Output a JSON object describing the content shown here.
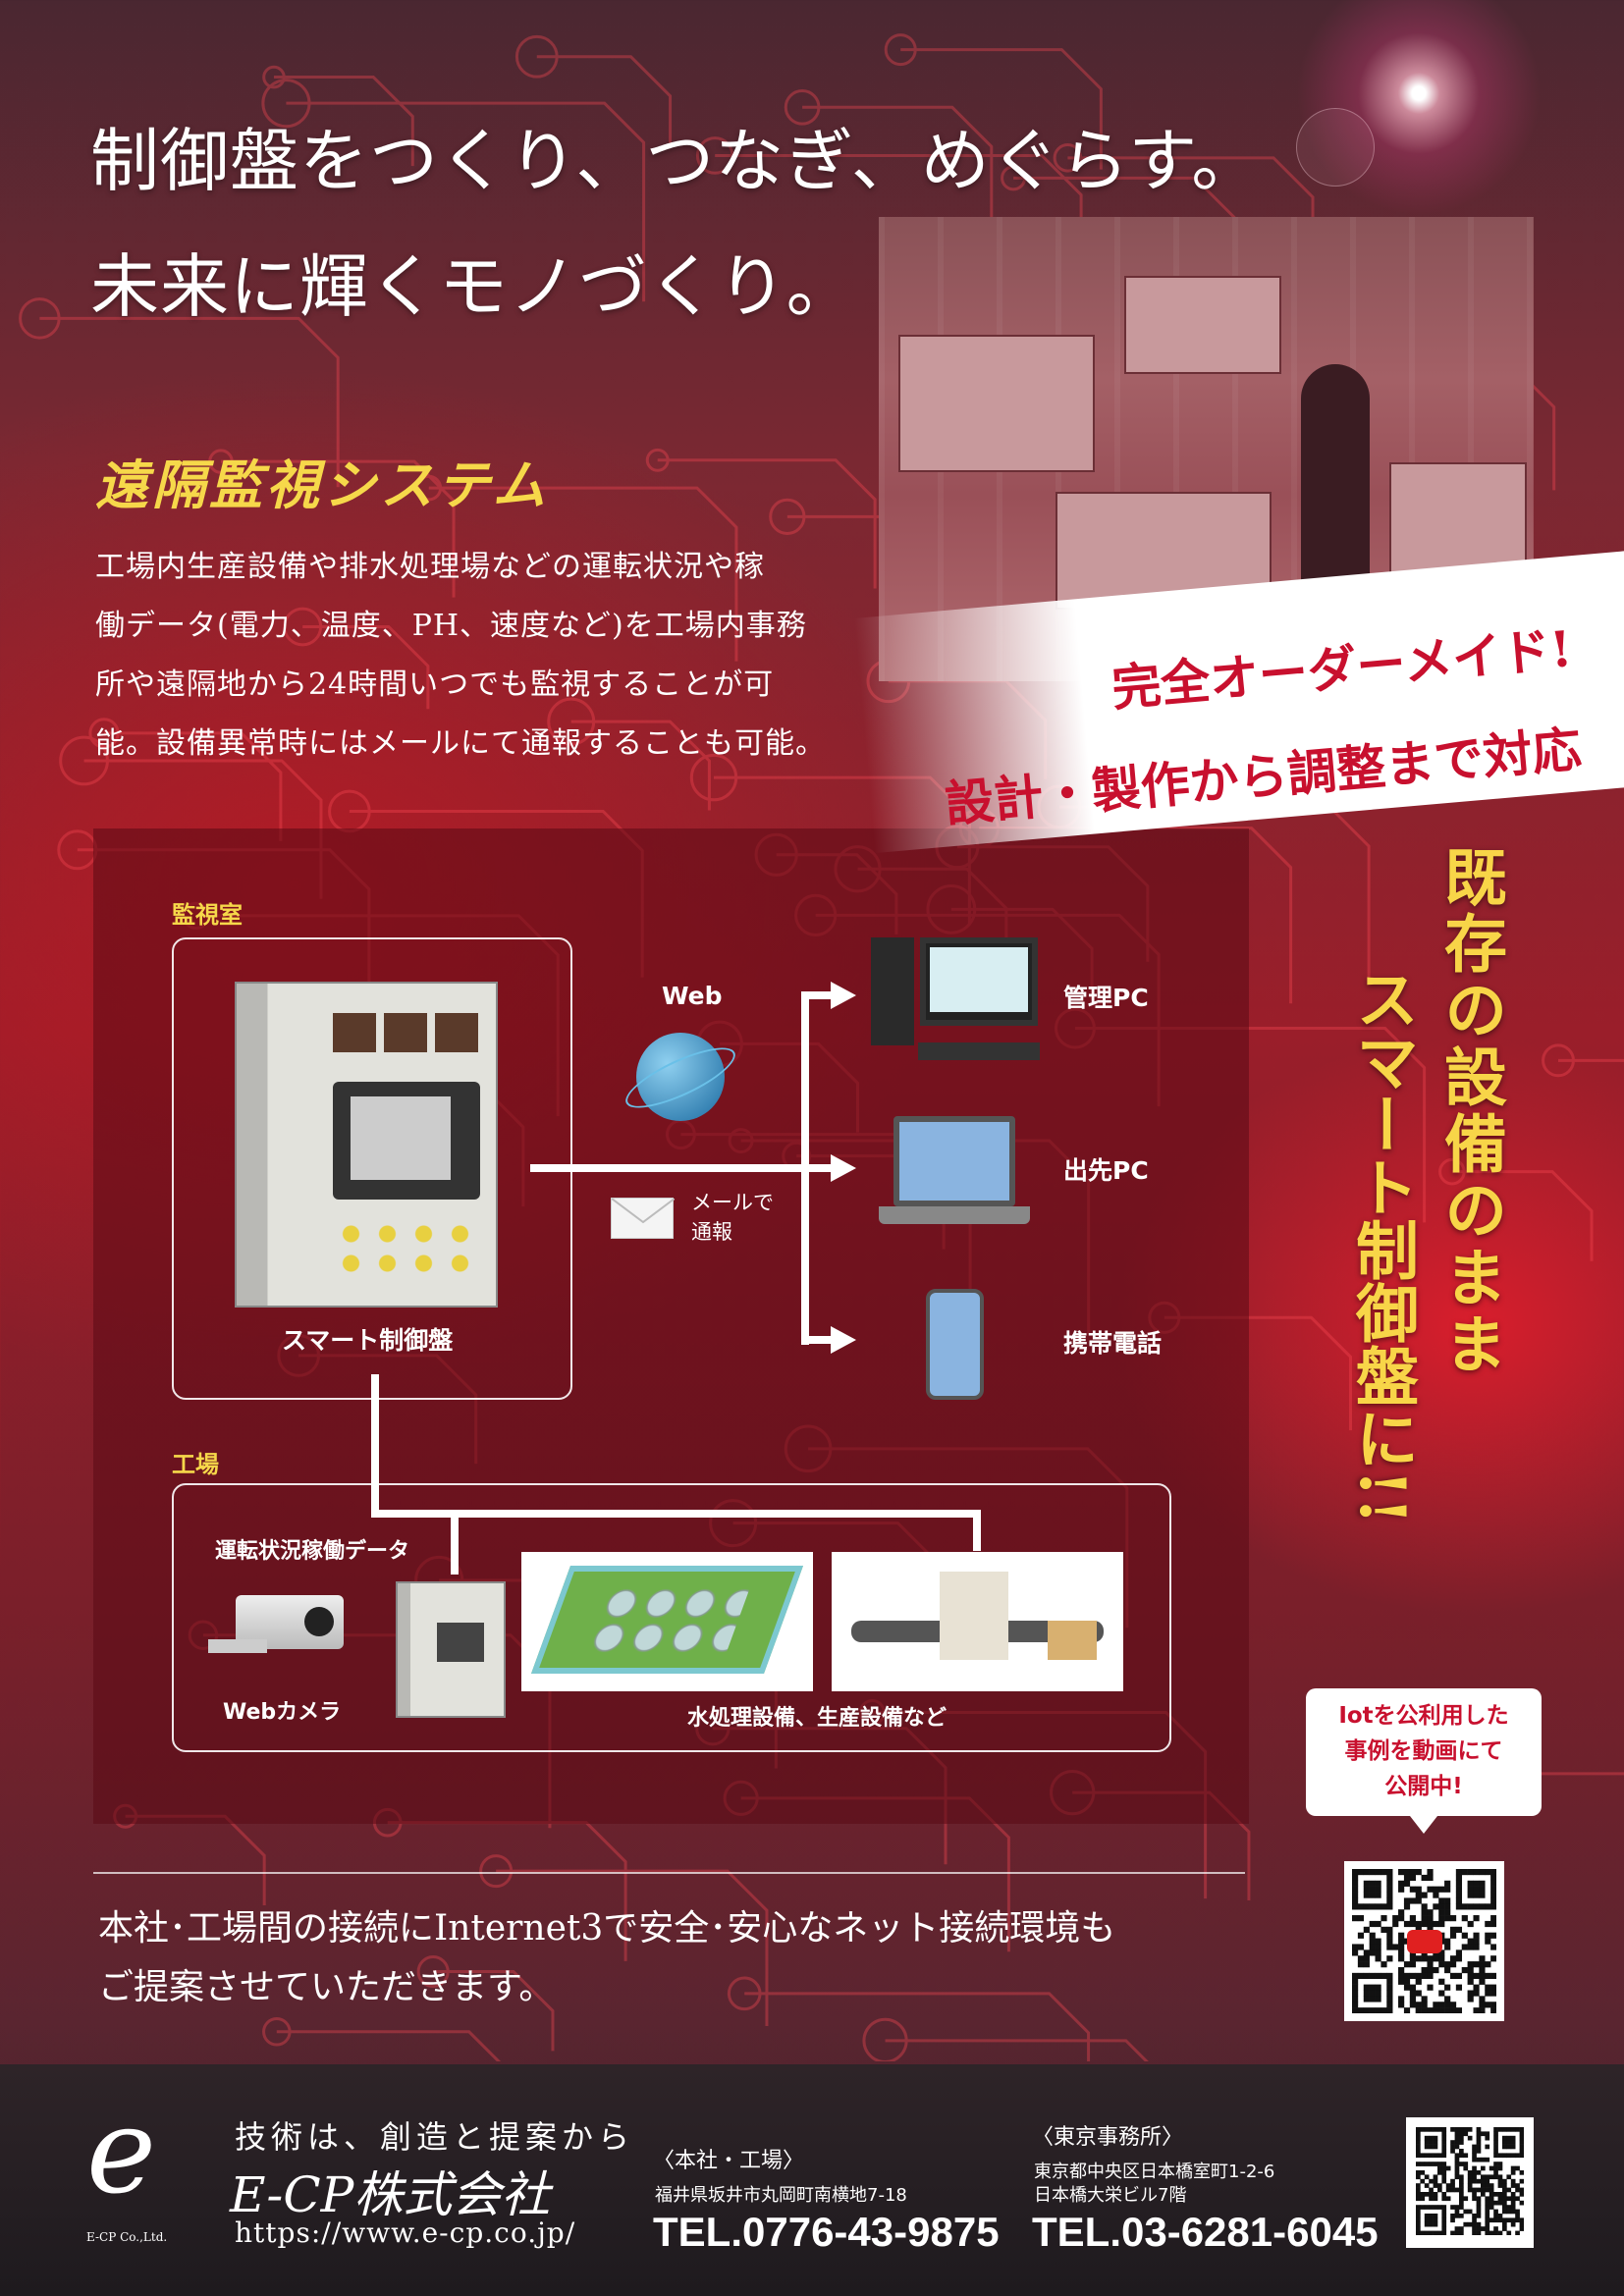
{
  "headline": {
    "line1": "制御盤をつくり、つなぎ、めぐらす。",
    "line2": "未来に輝くモノづくり。"
  },
  "section": {
    "title": "遠隔監視システム",
    "body": [
      "工場内生産設備や排水処理場などの運転状況や稼",
      "働データ(電力、温度、PH、速度など)を工場内事務",
      "所や遠隔地から24時間いつでも監視することが可",
      "能。設備異常時にはメールにて通報することも可能。"
    ]
  },
  "banner": {
    "line1": "完全オーダーメイド!",
    "line2": "設計・製作から調整まで対応"
  },
  "diagram": {
    "monitor_room": "監視室",
    "smart_panel": "スマート制御盤",
    "web": "Web",
    "mail": [
      "メールで",
      "通報"
    ],
    "devices": [
      "管理PC",
      "出先PC",
      "携帯電話"
    ],
    "factory": "工場",
    "operation_data": "運転状況稼働データ",
    "webcam": "Webカメラ",
    "equipment": "水処理設備、生産設備など"
  },
  "vertical": {
    "col1": "既存の設備のまま",
    "col2": "スマート制御盤に!!"
  },
  "bubble": [
    "Iotを公利用した",
    "事例を動画にて",
    "公開中!"
  ],
  "bottom": {
    "line1": "本社･工場間の接続にInternet3で安全･安心なネット接続環境も",
    "line2": "ご提案させていただきます。"
  },
  "footer": {
    "logo_mark": "e",
    "logo_sub": "E-CP Co.,Ltd.",
    "tagline": "技術は、創造と提案から",
    "company": "E-CP株式会社",
    "url": "https://www.e-cp.co.jp/",
    "hq": {
      "title": "〈本社・工場〉",
      "address": "福井県坂井市丸岡町南横地7-18",
      "tel": "TEL.0776-43-9875"
    },
    "tokyo": {
      "title": "〈東京事務所〉",
      "address1": "東京都中央区日本橋室町1-2-6",
      "address2": "日本橋大栄ビル7階",
      "tel": "TEL.03-6281-6045"
    }
  },
  "colors": {
    "accent_yellow": "#f6d84a",
    "brand_red": "#c8102e"
  }
}
